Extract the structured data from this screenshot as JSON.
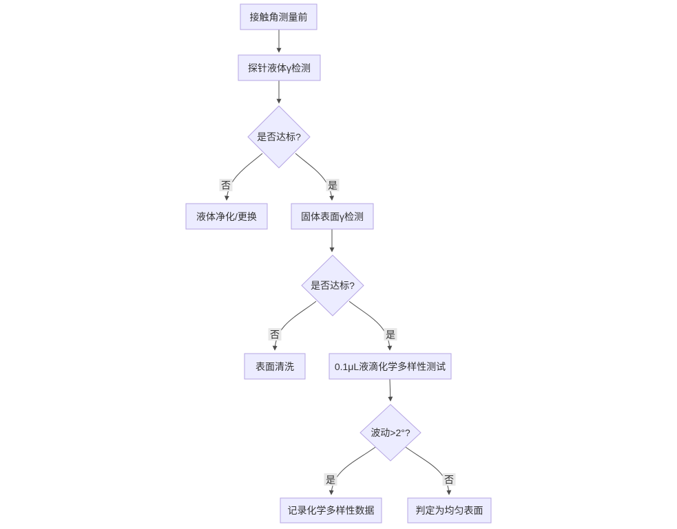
{
  "diagram": {
    "type": "flowchart",
    "direction": "top-down",
    "colors": {
      "node_fill": "#ECECFF",
      "node_border": "#b5a4e3",
      "line": "#4d4d4d",
      "edge_label_bg": "#e8e8e8",
      "text": "#333333",
      "background": "#ffffff"
    },
    "nodes": [
      {
        "id": "A",
        "shape": "rect",
        "label": "接触角测量前"
      },
      {
        "id": "B",
        "shape": "rect",
        "label": "探针液体γ检测"
      },
      {
        "id": "C",
        "shape": "diamond",
        "label": "是否达标?"
      },
      {
        "id": "D",
        "shape": "rect",
        "label": "液体净化/更换"
      },
      {
        "id": "E",
        "shape": "rect",
        "label": "固体表面γ检测"
      },
      {
        "id": "F",
        "shape": "diamond",
        "label": "是否达标?"
      },
      {
        "id": "G",
        "shape": "rect",
        "label": "表面清洗"
      },
      {
        "id": "H",
        "shape": "rect",
        "label": "0.1μL液滴化学多样性测试"
      },
      {
        "id": "I",
        "shape": "diamond",
        "label": "波动>2°?"
      },
      {
        "id": "J",
        "shape": "rect",
        "label": "记录化学多样性数据"
      },
      {
        "id": "K",
        "shape": "rect",
        "label": "判定为均匀表面"
      }
    ],
    "edges": [
      {
        "from": "A",
        "to": "B",
        "label": ""
      },
      {
        "from": "B",
        "to": "C",
        "label": ""
      },
      {
        "from": "C",
        "to": "D",
        "label": "否"
      },
      {
        "from": "C",
        "to": "E",
        "label": "是"
      },
      {
        "from": "E",
        "to": "F",
        "label": ""
      },
      {
        "from": "F",
        "to": "G",
        "label": "否"
      },
      {
        "from": "F",
        "to": "H",
        "label": "是"
      },
      {
        "from": "H",
        "to": "I",
        "label": ""
      },
      {
        "from": "I",
        "to": "J",
        "label": "是"
      },
      {
        "from": "I",
        "to": "K",
        "label": "否"
      }
    ]
  }
}
